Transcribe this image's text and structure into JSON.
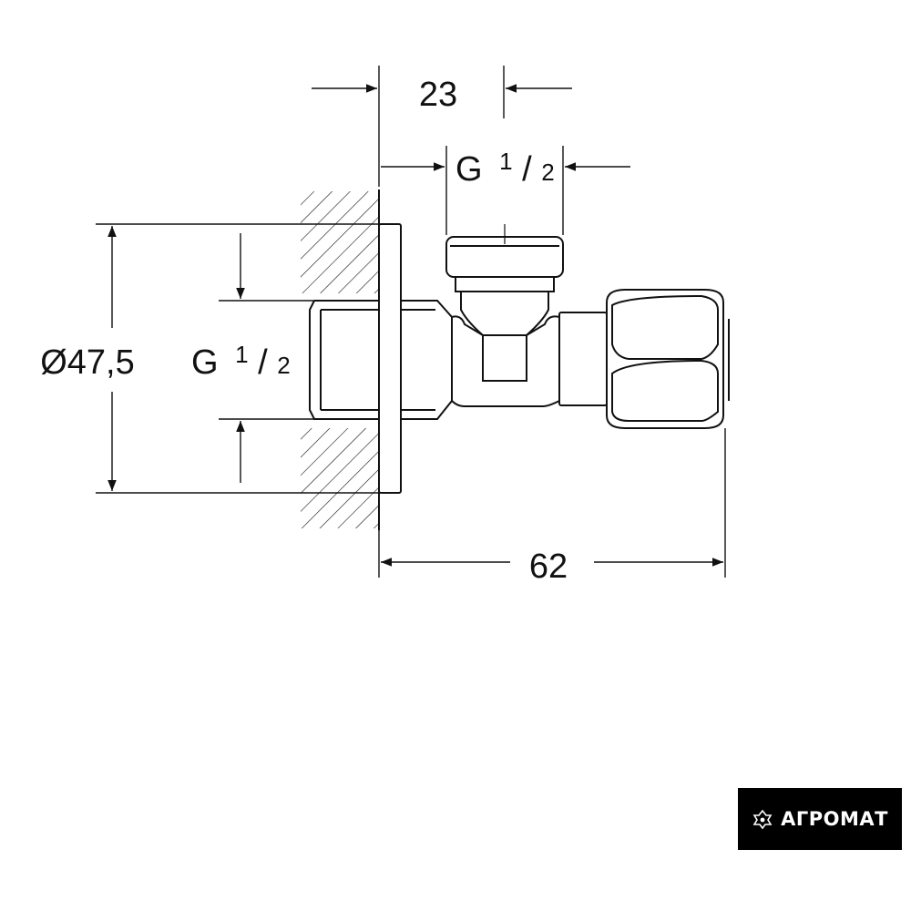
{
  "dimensions": {
    "top_width": "23",
    "outlet_thread": {
      "main": "G",
      "num": "1",
      "den": "2"
    },
    "flange_diameter": "Ø47,5",
    "inlet_thread": {
      "main": "G",
      "num": "1",
      "den": "2"
    },
    "overall_length": "62"
  },
  "logo": {
    "text": "АГРОМАТ",
    "icon": "diamond-knot-icon"
  },
  "colors": {
    "line": "#111111",
    "logo_bg": "#000000",
    "logo_fg": "#ffffff"
  }
}
